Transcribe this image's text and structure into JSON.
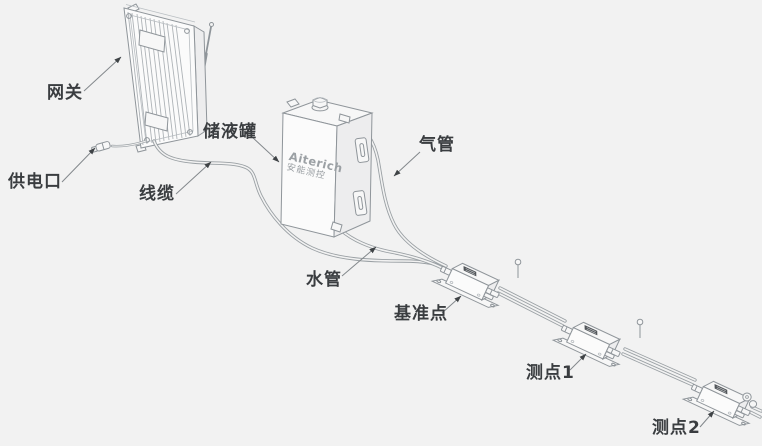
{
  "colors": {
    "background": "#f2f2f2",
    "line_art": "#8f959a",
    "arrow": "#3f4346",
    "label_text": "#3a3d40",
    "sensor_tag_fill": "#52565a"
  },
  "labels": {
    "gateway": "网关",
    "power_port": "供电口",
    "cable": "线缆",
    "reservoir": "储液罐",
    "air_pipe": "气管",
    "water_pipe": "水管",
    "reference_point": "基准点",
    "measure_point_1": "测点1",
    "measure_point_2": "测点2"
  },
  "reservoir_brand": {
    "line1": "Aiterich",
    "line2": "安能测控"
  }
}
